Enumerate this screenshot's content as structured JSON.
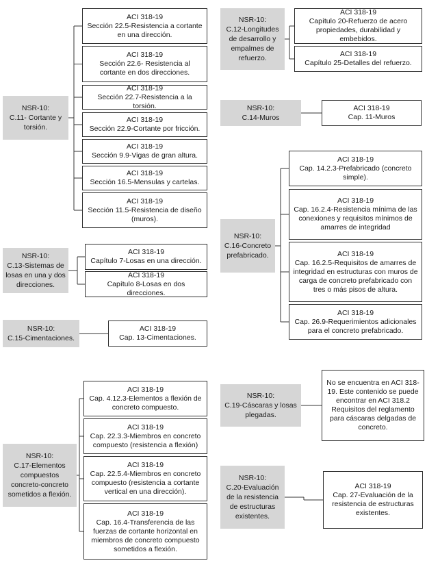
{
  "groups": [
    {
      "id": "c11",
      "title": "NSR-10:\nC.11- Cortante y torsión.",
      "items": [
        "ACI 318-19\nSección 22.5-Resistencia a cortante en una dirección.",
        "ACI 318-19\nSección 22.6- Resistencia al cortante en dos direcciones.",
        "ACI 318-19\nSección 22.7-Resistencia a la torsión.",
        "ACI 318-19\nSección 22.9-Cortante por fricción.",
        "ACI 318-19\nSección 9.9-Vigas de gran altura.",
        "ACI 318-19\nSección 16.5-Mensulas y cartelas.",
        "ACI 318-19\nSección 11.5-Resistencia de diseño (muros)."
      ]
    },
    {
      "id": "c13",
      "title": "NSR-10:\nC.13-Sistemas de losas en una y dos direcciones.",
      "items": [
        "ACI 318-19\nCapítulo 7-Losas en una dirección.",
        "ACI 318-19\nCapítulo 8-Losas en dos direcciones."
      ]
    },
    {
      "id": "c15",
      "title": "NSR-10:\nC.15-Cimentaciones.",
      "items": [
        "ACI 318-19\nCap. 13-Cimentaciones."
      ]
    },
    {
      "id": "c17",
      "title": "NSR-10:\nC.17-Elementos compuestos concreto-concreto sometidos a flexión.",
      "items": [
        "ACI 318-19\nCap. 4.12.3-Elementos a flexión de concreto compuesto.",
        "ACI 318-19\nCap. 22.3.3-Miembros en concreto compuesto (resistencia a flexión)",
        "ACI 318-19\nCap. 22.5.4-Miembros en concreto compuesto (resistencia a cortante vertical en una dirección).",
        "ACI 318-19\nCap. 16.4-Transferencia de las fuerzas de cortante horizontal en miembros de concreto compuesto sometidos a flexión."
      ]
    },
    {
      "id": "c12",
      "title": "NSR-10:\nC.12-Longitudes de desarrollo y empalmes de refuerzo.",
      "items": [
        "ACI 318-19\nCapítulo 20-Refuerzo de acero propiedades, durabilidad y embebidos.",
        "ACI 318-19\nCapítulo 25-Detalles del refuerzo."
      ]
    },
    {
      "id": "c14",
      "title": "NSR-10:\nC.14-Muros",
      "items": [
        "ACI 318-19\nCap. 11-Muros"
      ]
    },
    {
      "id": "c16",
      "title": "NSR-10:\nC.16-Concreto prefabricado.",
      "items": [
        "ACI 318-19\nCap. 14.2.3-Prefabricado (concreto simple).",
        "ACI 318-19\nCap. 16.2.4-Resistencia mínima de las conexiones y requisitos mínimos de amarres de integridad",
        "ACI 318-19\nCap. 16.2.5-Requisitos de amarres de integridad en estructuras con muros de carga de concreto prefabricado con tres o más pisos de altura.",
        "ACI 318-19\nCap. 26.9-Requerimientos adicionales para el concreto prefabricado."
      ]
    },
    {
      "id": "c19",
      "title": "NSR-10:\nC.19-Cáscaras y losas plegadas.",
      "items": [
        "No se encuentra en ACI 318-19. Este contenido se puede encontrar en ACI 318.2 Requisitos del reglamento para cáscaras delgadas de concreto."
      ]
    },
    {
      "id": "c20",
      "title": "NSR-10:\nC.20-Evaluación de la resistencia de estructuras existentes.",
      "items": [
        "ACI 318-19\nCap. 27-Evaluación de la resistencia de estructuras existentes."
      ]
    }
  ]
}
